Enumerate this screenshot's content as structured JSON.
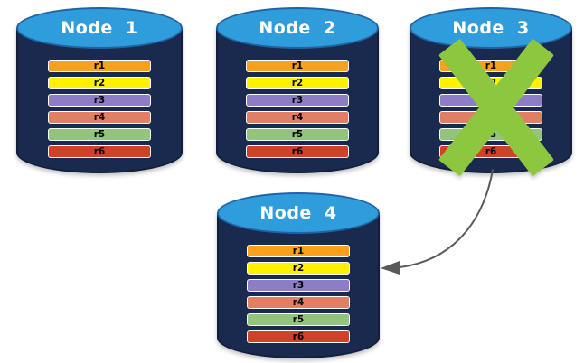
{
  "nodes": [
    {
      "title": "Node 1",
      "rows": [
        "r1",
        "r2",
        "r3",
        "r4",
        "r5",
        "r6"
      ]
    },
    {
      "title": "Node 2",
      "rows": [
        "r1",
        "r2",
        "r3",
        "r4",
        "r5",
        "r6"
      ]
    },
    {
      "title": "Node 3",
      "rows": [
        "r1",
        "r2",
        "r3",
        "r4",
        "r5",
        "r6"
      ],
      "failed": true
    },
    {
      "title": "Node 4",
      "rows": [
        "r1",
        "r2",
        "r3",
        "r4",
        "r5",
        "r6"
      ]
    }
  ],
  "row_colors": [
    "#F9A11B",
    "#FFF100",
    "#8C7DC6",
    "#E07F63",
    "#93C47D",
    "#CF4227"
  ],
  "colors": {
    "cylinder_body": "#192A4E",
    "cylinder_top": "#2F9CDB",
    "failure_x": "#8DC63F",
    "arrow": "#595959"
  }
}
